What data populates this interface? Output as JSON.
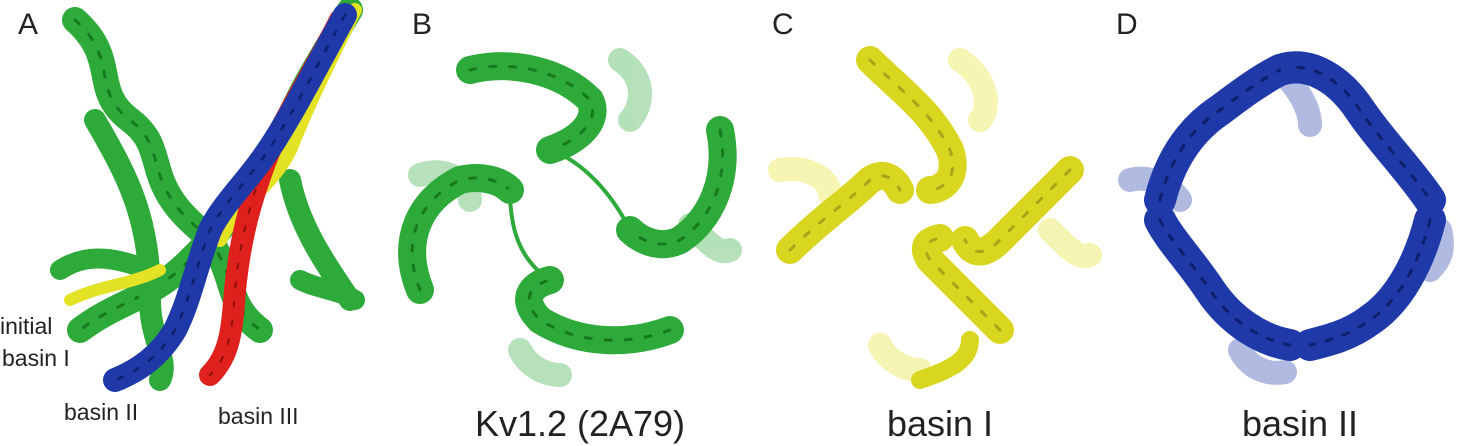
{
  "panels": {
    "a": {
      "letter": "A",
      "labels": {
        "initial": "initial",
        "basin1": "basin I",
        "basin2": "basin II",
        "basin3": "basin III"
      }
    },
    "b": {
      "letter": "B",
      "caption": "Kv1.2 (2A79)"
    },
    "c": {
      "letter": "C",
      "caption": "basin I"
    },
    "d": {
      "letter": "D",
      "caption": "basin II"
    }
  },
  "colors": {
    "green": "#2eaa3a",
    "green_dark": "#17791f",
    "yellow": "#e4e225",
    "yellow_dark": "#a8a51a",
    "blue": "#1f3aa8",
    "blue_dark": "#0f1f6e",
    "red": "#e0201c"
  }
}
